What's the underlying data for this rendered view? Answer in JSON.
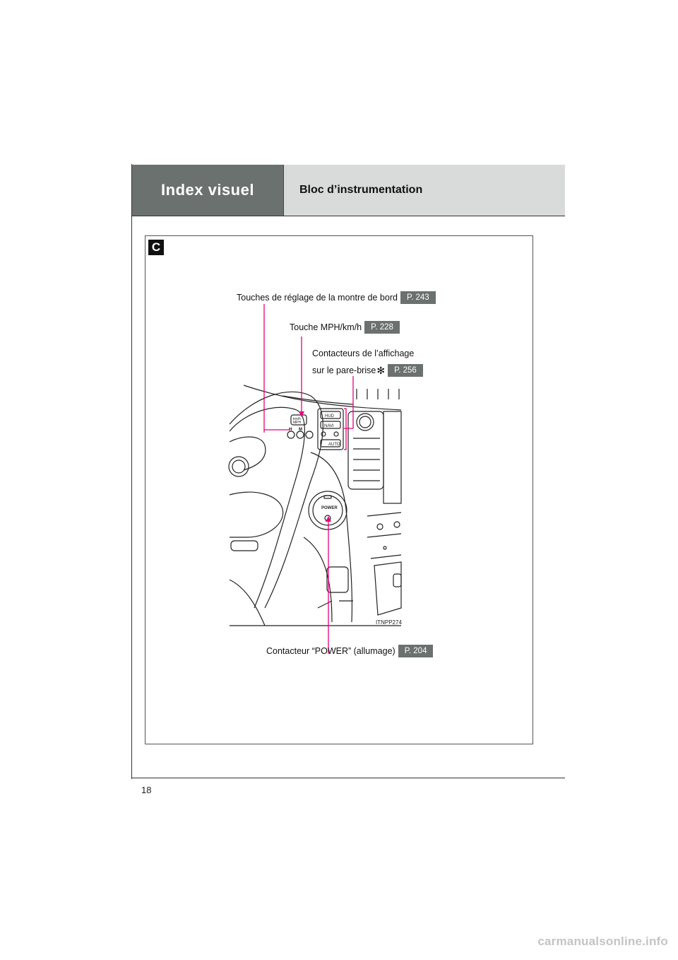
{
  "header": {
    "section_title": "Index visuel",
    "page_title": "Bloc d’instrumentation"
  },
  "section_letter": "C",
  "callouts": {
    "clock": {
      "label": "Touches de réglage de la montre de bord",
      "ref": "P. 243"
    },
    "mph": {
      "label": "Touche MPH/km/h",
      "ref": "P. 228"
    },
    "hud_line1": "Contacteurs de l’affichage",
    "hud_line2": "sur le pare-brise",
    "hud_mark": "✻",
    "hud_ref": "P. 256",
    "power": {
      "label": "Contacteur “POWER” (allumage)",
      "ref": "P. 204"
    }
  },
  "illustration": {
    "code": "ITNPP274",
    "switch_labels": {
      "hud": "HUD",
      "navi": "NAVI",
      "auto": "AUTO",
      "power": "POWER",
      "h": "H",
      "m": "M",
      "mph": "km/h MPH"
    }
  },
  "page_number": "18",
  "watermark": "carmanualsonline.info",
  "colors": {
    "header_dark": "#6b716e",
    "header_light": "#d9dbda",
    "leader": "#e6007e"
  }
}
